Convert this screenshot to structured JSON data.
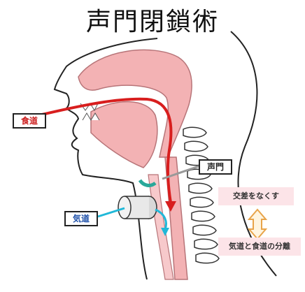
{
  "title": "声門閉鎖術",
  "labels": {
    "esophagus": "食道",
    "glottis": "声門",
    "airway": "気道"
  },
  "notes": {
    "top": "交差をなくす",
    "bottom": "気道と食道の分離"
  },
  "colors": {
    "food_path": "#d81e1e",
    "air_path": "#20b8d8",
    "tissue": "#f3b2b4",
    "tissue_dark": "#d98a8e",
    "note_bg": "#fce4e8",
    "glottis_closure": "#2aa89a"
  }
}
